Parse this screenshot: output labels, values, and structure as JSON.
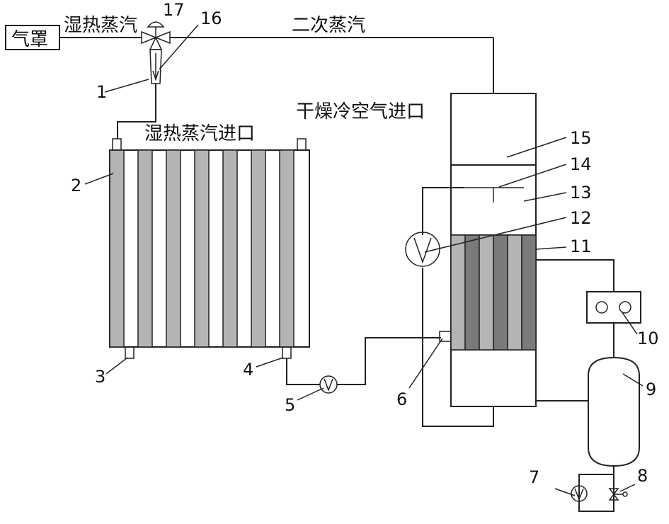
{
  "labels": {
    "hood": "气罩",
    "wet_steam": "湿热蒸汽",
    "secondary_steam": "二次蒸汽",
    "wet_steam_inlet": "湿热蒸汽进口",
    "dry_cold_air_inlet": "干燥冷空气进口"
  },
  "numbers": {
    "n1": "1",
    "n2": "2",
    "n3": "3",
    "n4": "4",
    "n5": "5",
    "n6": "6",
    "n7": "7",
    "n8": "8",
    "n9": "9",
    "n10": "10",
    "n11": "11",
    "n12": "12",
    "n13": "13",
    "n14": "14",
    "n15": "15",
    "n16": "16",
    "n17": "17"
  },
  "colors": {
    "stripe_light_gray": "#b4b4b4",
    "stripe_dark_gray": "#7a7a7a",
    "line": "#222222"
  }
}
